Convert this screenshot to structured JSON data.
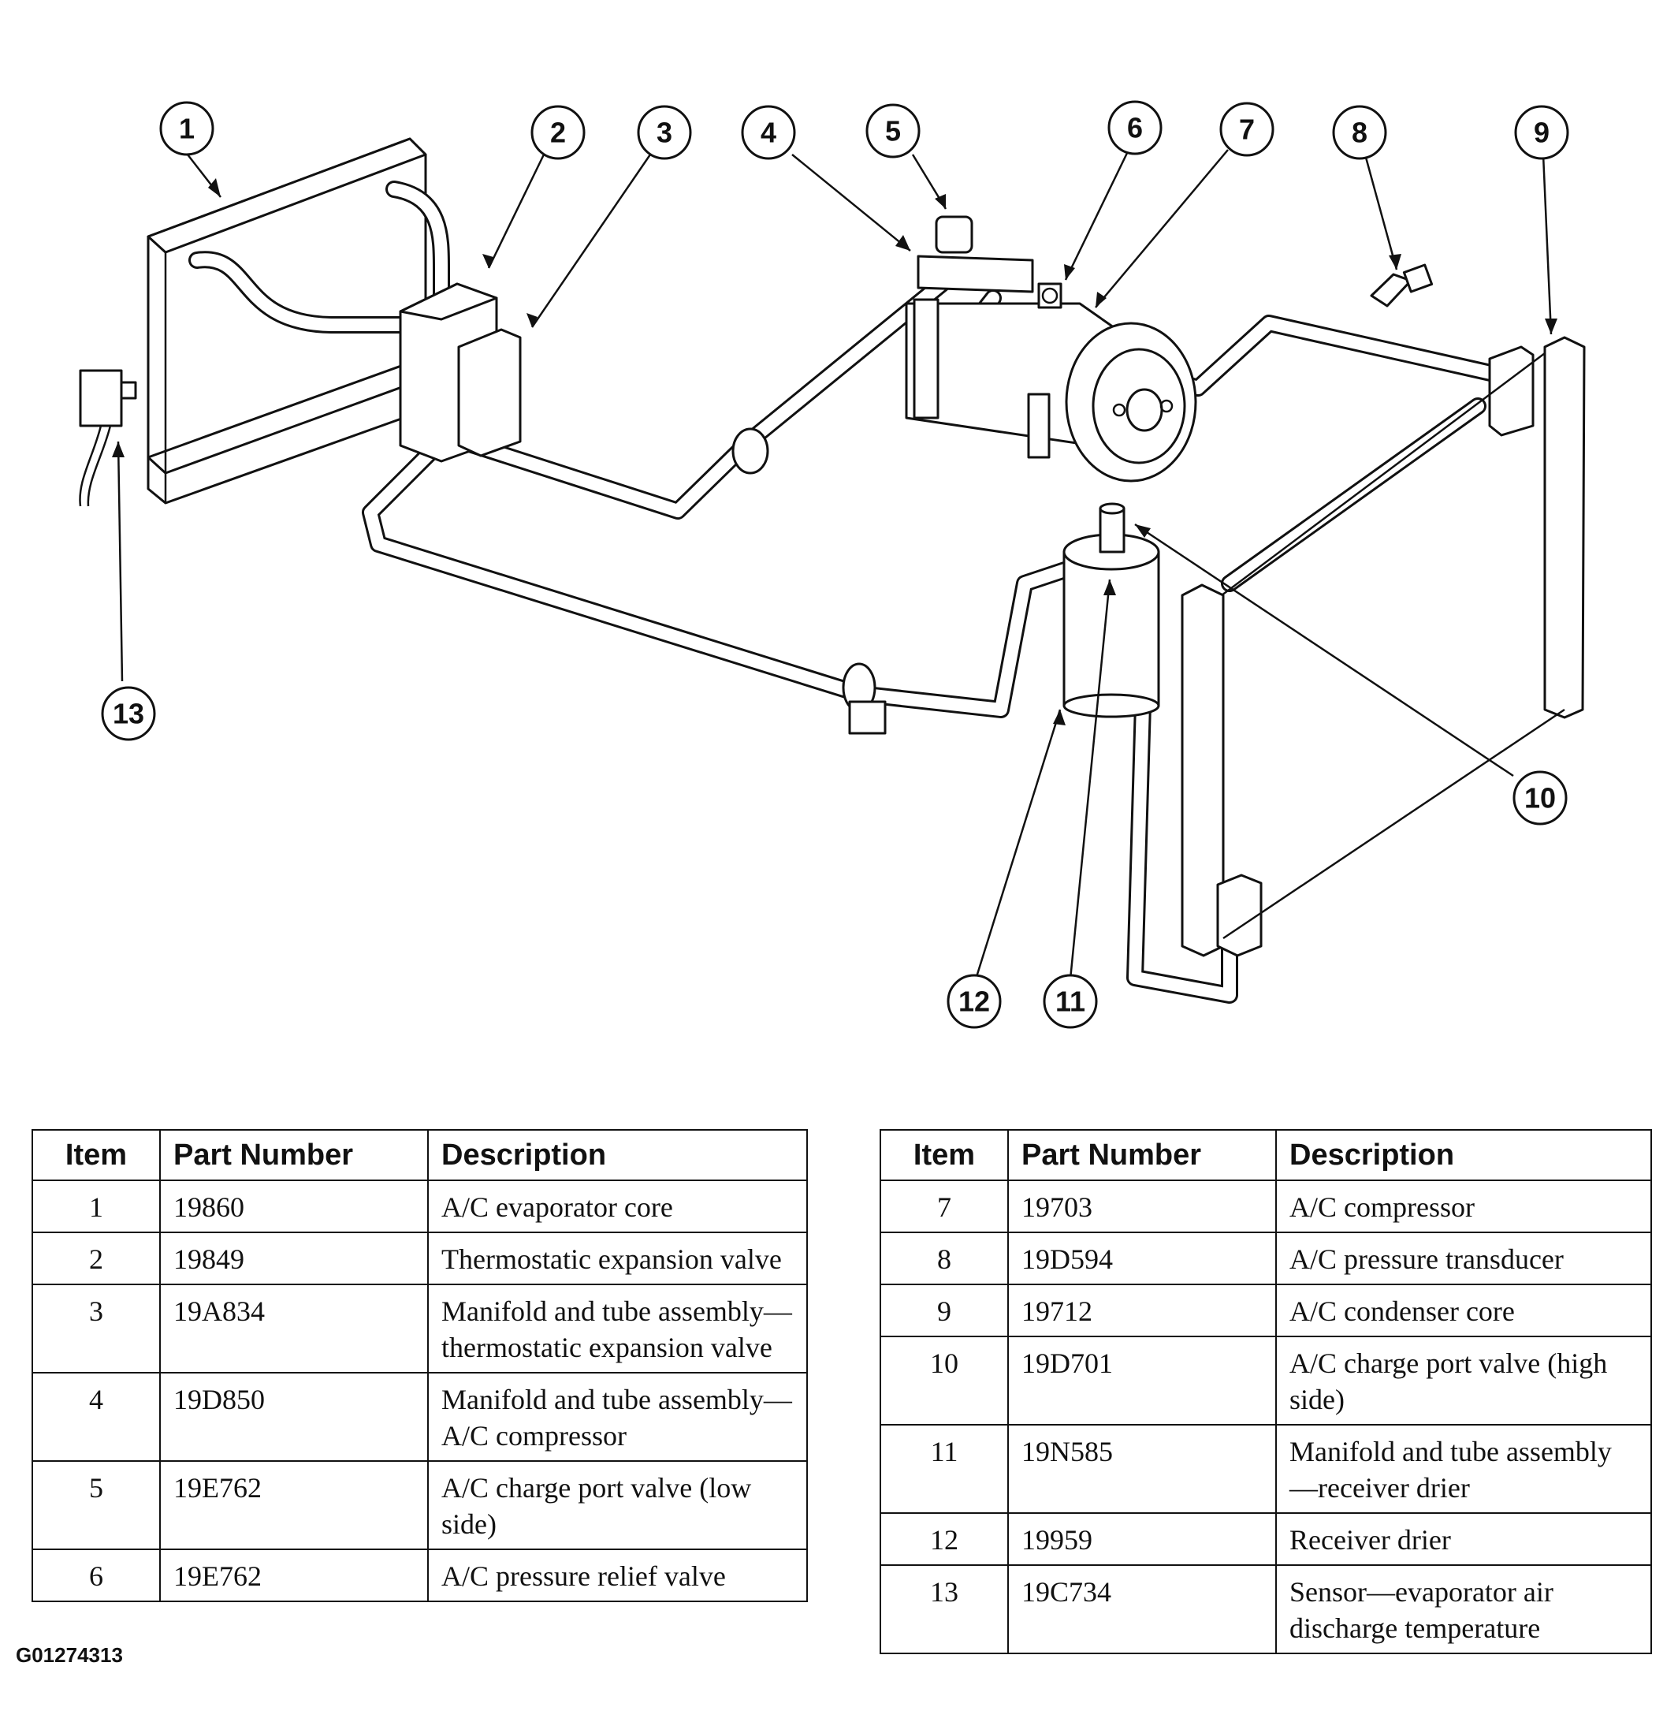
{
  "callouts": [
    "1",
    "2",
    "3",
    "4",
    "5",
    "6",
    "7",
    "8",
    "9",
    "10",
    "11",
    "12",
    "13"
  ],
  "tables": {
    "headers": {
      "item": "Item",
      "part_number": "Part Number",
      "description": "Description"
    },
    "left": [
      {
        "item": "1",
        "part_number": "19860",
        "description": "A/C evaporator core"
      },
      {
        "item": "2",
        "part_number": "19849",
        "description": "Thermostatic expansion valve"
      },
      {
        "item": "3",
        "part_number": "19A834",
        "description": "Manifold and tube assembly—thermostatic expansion valve"
      },
      {
        "item": "4",
        "part_number": "19D850",
        "description": "Manifold and tube assembly—A/C compressor"
      },
      {
        "item": "5",
        "part_number": "19E762",
        "description": "A/C charge port valve (low side)"
      },
      {
        "item": "6",
        "part_number": "19E762",
        "description": "A/C pressure relief valve"
      }
    ],
    "right": [
      {
        "item": "7",
        "part_number": "19703",
        "description": "A/C compressor"
      },
      {
        "item": "8",
        "part_number": "19D594",
        "description": "A/C pressure transducer"
      },
      {
        "item": "9",
        "part_number": "19712",
        "description": "A/C condenser core"
      },
      {
        "item": "10",
        "part_number": "19D701",
        "description": "A/C charge port valve (high side)"
      },
      {
        "item": "11",
        "part_number": "19N585",
        "description": "Manifold and tube assembly—receiver drier"
      },
      {
        "item": "12",
        "part_number": "19959",
        "description": "Receiver drier"
      },
      {
        "item": "13",
        "part_number": "19C734",
        "description": "Sensor—evaporator air discharge temperature"
      }
    ]
  },
  "figure_code": "G01274313"
}
